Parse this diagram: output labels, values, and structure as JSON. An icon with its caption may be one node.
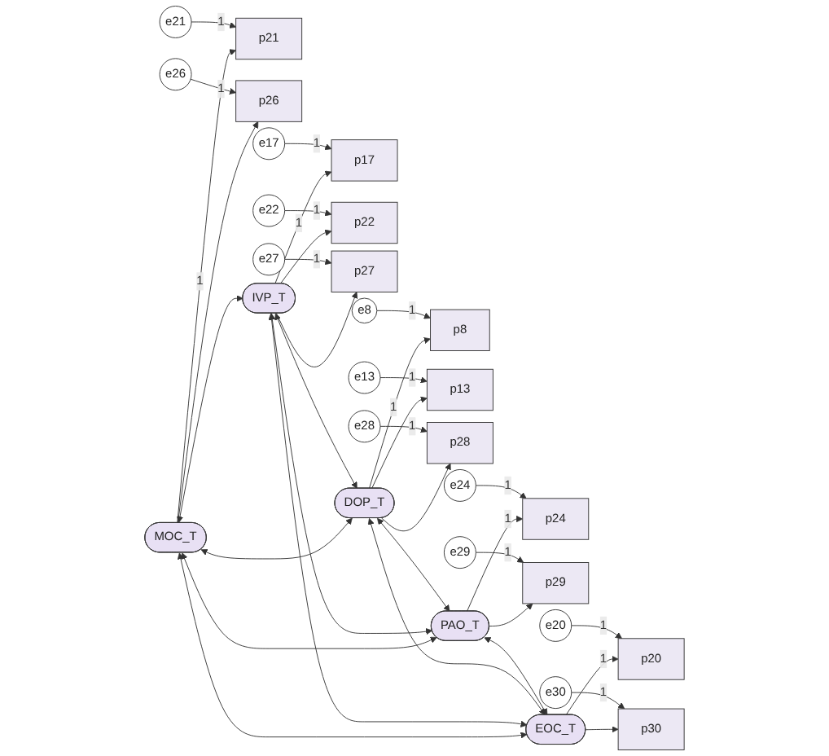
{
  "diagram": {
    "nodes": [
      {
        "text": [
          "MOC_T"
        ]
      },
      {
        "text": [
          "p21"
        ]
      },
      {
        "text": [
          "p26"
        ]
      },
      {
        "text": [
          "e21"
        ]
      },
      {
        "text": [
          "e26"
        ]
      },
      {
        "text": [
          "IVP_T"
        ]
      },
      {
        "text": [
          "p17"
        ]
      },
      {
        "text": [
          "p22"
        ]
      },
      {
        "text": [
          "p27"
        ]
      },
      {
        "text": [
          "e17"
        ]
      },
      {
        "text": [
          "e22"
        ]
      },
      {
        "text": [
          "e27"
        ]
      },
      {
        "text": [
          "DOP_T"
        ]
      },
      {
        "text": [
          "p8"
        ]
      },
      {
        "text": [
          "p13"
        ]
      },
      {
        "text": [
          "p28"
        ]
      },
      {
        "text": [
          "e8"
        ]
      },
      {
        "text": [
          "e13"
        ]
      },
      {
        "text": [
          "e28"
        ]
      },
      {
        "text": [
          "PAO_T"
        ]
      },
      {
        "text": [
          "p24"
        ]
      },
      {
        "text": [
          "p29"
        ]
      },
      {
        "text": [
          "e24"
        ]
      },
      {
        "text": [
          "e29"
        ]
      },
      {
        "text": [
          "EOC_T"
        ]
      },
      {
        "text": [
          "p20"
        ]
      },
      {
        "text": [
          "p30"
        ]
      },
      {
        "text": [
          "e20"
        ]
      },
      {
        "text": [
          "e30"
        ]
      }
    ],
    "edges": [
      {
        "from": 0,
        "to": 1,
        "arrow": "to",
        "label": "1"
      },
      {
        "from": 0,
        "to": 2,
        "arrow": "to"
      },
      {
        "from": 3,
        "to": 1,
        "arrow": "to",
        "label": "1"
      },
      {
        "from": 4,
        "to": 2,
        "arrow": "to",
        "label": "1"
      },
      {
        "from": 5,
        "to": 6,
        "arrow": "to",
        "label": "1"
      },
      {
        "from": 5,
        "to": 7,
        "arrow": "to"
      },
      {
        "from": 5,
        "to": 8,
        "arrow": "to"
      },
      {
        "from": 9,
        "to": 6,
        "arrow": "to",
        "label": "1"
      },
      {
        "from": 10,
        "to": 7,
        "arrow": "to",
        "label": "1"
      },
      {
        "from": 11,
        "to": 8,
        "arrow": "to",
        "label": "1"
      },
      {
        "from": 12,
        "to": 13,
        "arrow": "to",
        "label": "1"
      },
      {
        "from": 12,
        "to": 14,
        "arrow": "to"
      },
      {
        "from": 12,
        "to": 15,
        "arrow": "to"
      },
      {
        "from": 16,
        "to": 13,
        "arrow": "to",
        "label": "1"
      },
      {
        "from": 17,
        "to": 14,
        "arrow": "to",
        "label": "1"
      },
      {
        "from": 18,
        "to": 15,
        "arrow": "to",
        "label": "1"
      },
      {
        "from": 19,
        "to": 20,
        "arrow": "to",
        "label": "1"
      },
      {
        "from": 19,
        "to": 21,
        "arrow": "to"
      },
      {
        "from": 22,
        "to": 20,
        "arrow": "to",
        "label": "1"
      },
      {
        "from": 23,
        "to": 21,
        "arrow": "to",
        "label": "1"
      },
      {
        "from": 24,
        "to": 25,
        "arrow": "to",
        "label": "1"
      },
      {
        "from": 24,
        "to": 26,
        "arrow": "to"
      },
      {
        "from": 27,
        "to": 25,
        "arrow": "to",
        "label": "1"
      },
      {
        "from": 28,
        "to": 26,
        "arrow": "to",
        "label": "1"
      },
      {
        "from": 0,
        "to": 5,
        "arrow": "both"
      },
      {
        "from": 0,
        "to": 12,
        "arrow": "both"
      },
      {
        "from": 0,
        "to": 19,
        "arrow": "both"
      },
      {
        "from": 0,
        "to": 24,
        "arrow": "both"
      },
      {
        "from": 5,
        "to": 12,
        "arrow": "both"
      },
      {
        "from": 5,
        "to": 19,
        "arrow": "both"
      },
      {
        "from": 5,
        "to": 24,
        "arrow": "both"
      },
      {
        "from": 12,
        "to": 19,
        "arrow": "both"
      },
      {
        "from": 12,
        "to": 24,
        "arrow": "both"
      },
      {
        "from": 19,
        "to": 24,
        "arrow": "both"
      }
    ]
  }
}
